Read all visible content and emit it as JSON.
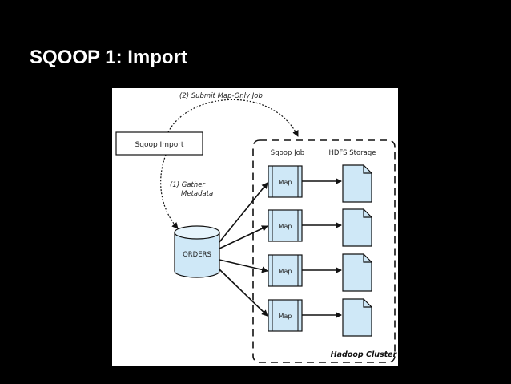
{
  "slide": {
    "title": "SQOOP 1: Import",
    "background_color": "#000000",
    "title_color": "#ffffff"
  },
  "diagram": {
    "sqoop_import_label": "Sqoop Import",
    "submit_job_label": "(2) Submit Map-Only Job",
    "gather_metadata_line1": "(1) Gather",
    "gather_metadata_line2": "Metadata",
    "database_label": "ORDERS",
    "sqoop_job_header": "Sqoop Job",
    "hdfs_storage_header": "HDFS Storage",
    "cluster_label": "Hadoop Cluster",
    "map_labels": [
      "Map",
      "Map",
      "Map",
      "Map"
    ],
    "colors": {
      "map_fill": "#cfe8f7",
      "file_fill": "#cfe8f7",
      "db_fill": "#cfe8f7",
      "stroke": "#111111"
    }
  }
}
